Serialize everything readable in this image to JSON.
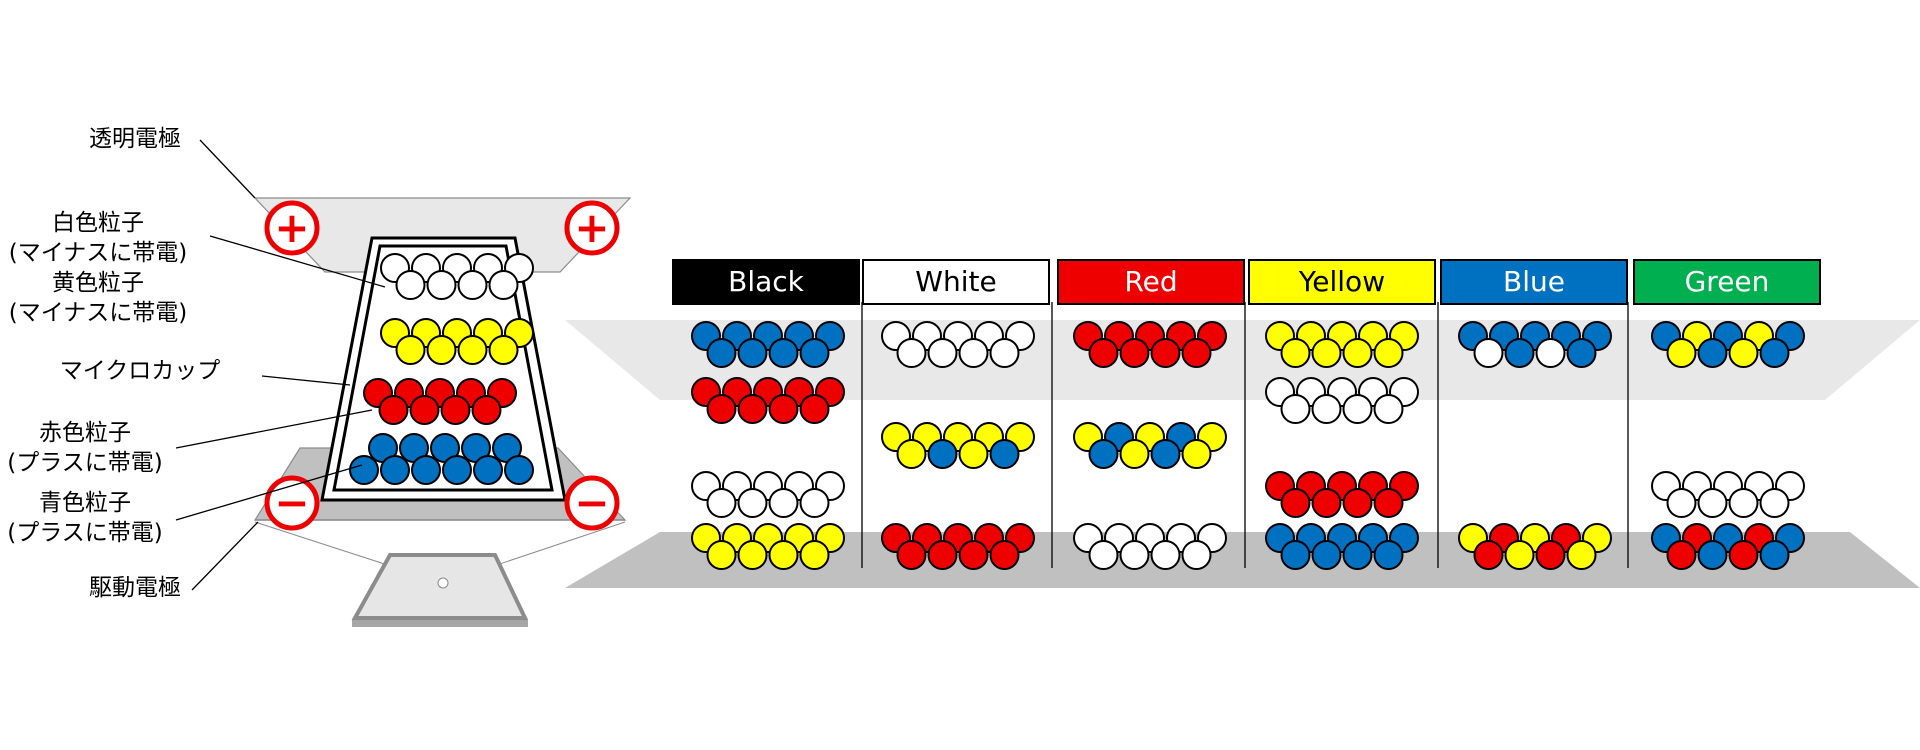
{
  "labels": {
    "transparent_electrode": "透明電極",
    "white_particle": [
      "白色粒子",
      "(マイナスに帯電)"
    ],
    "yellow_particle": [
      "黄色粒子",
      "(マイナスに帯電)"
    ],
    "microcup": "マイクロカップ",
    "red_particle": [
      "赤色粒子",
      "(プラスに帯電)"
    ],
    "blue_particle": [
      "青色粒子",
      "(プラスに帯電)"
    ],
    "drive_electrode": "駆動電極"
  },
  "signs": {
    "plus": "+",
    "minus": "−"
  },
  "colors": {
    "red": "#ee0000",
    "yellow": "#ffff00",
    "blue": "#0070c0",
    "white": "#ffffff",
    "black": "#000000",
    "green": "#00b050",
    "top_band": "#e8e8e8",
    "bottom_band": "#c0c0c0"
  },
  "columns": [
    {
      "name": "Black",
      "header_bg": "#000000",
      "header_fg": "#ffffff",
      "rows": {
        "top": [
          "blue",
          "blue"
        ],
        "upper": [
          "red",
          "red"
        ],
        "mid": [],
        "lower": [
          "white",
          "white"
        ],
        "bottom": [
          "yellow",
          "yellow"
        ]
      }
    },
    {
      "name": "White",
      "header_bg": "#ffffff",
      "header_fg": "#000000",
      "rows": {
        "top": [
          "white",
          "white"
        ],
        "upper": [],
        "mid": [
          "yellow",
          "mix-yb"
        ],
        "lower": [],
        "bottom": [
          "red",
          "red"
        ]
      }
    },
    {
      "name": "Red",
      "header_bg": "#ee0000",
      "header_fg": "#ffffff",
      "rows": {
        "top": [
          "red",
          "red"
        ],
        "upper": [],
        "mid": [
          "mix-yb",
          "mix-by"
        ],
        "lower": [],
        "bottom": [
          "white",
          "white"
        ]
      }
    },
    {
      "name": "Yellow",
      "header_bg": "#ffff00",
      "header_fg": "#000000",
      "rows": {
        "top": [
          "yellow",
          "yellow"
        ],
        "upper": [
          "white",
          "white"
        ],
        "mid": [],
        "lower": [
          "red",
          "red"
        ],
        "bottom": [
          "blue",
          "blue"
        ]
      }
    },
    {
      "name": "Blue",
      "header_bg": "#0070c0",
      "header_fg": "#ffffff",
      "rows": {
        "top": [
          "blue",
          "mix-wb"
        ],
        "upper": [],
        "mid": [],
        "lower": [],
        "bottom": [
          "mix-yr",
          "mix-ry"
        ]
      }
    },
    {
      "name": "Green",
      "header_bg": "#00b050",
      "header_fg": "#ffffff",
      "rows": {
        "top": [
          "mix-by",
          "mix-yb"
        ],
        "upper": [],
        "mid": [],
        "lower": [
          "white",
          "white"
        ],
        "bottom": [
          "mix-br",
          "mix-rb"
        ]
      }
    }
  ]
}
